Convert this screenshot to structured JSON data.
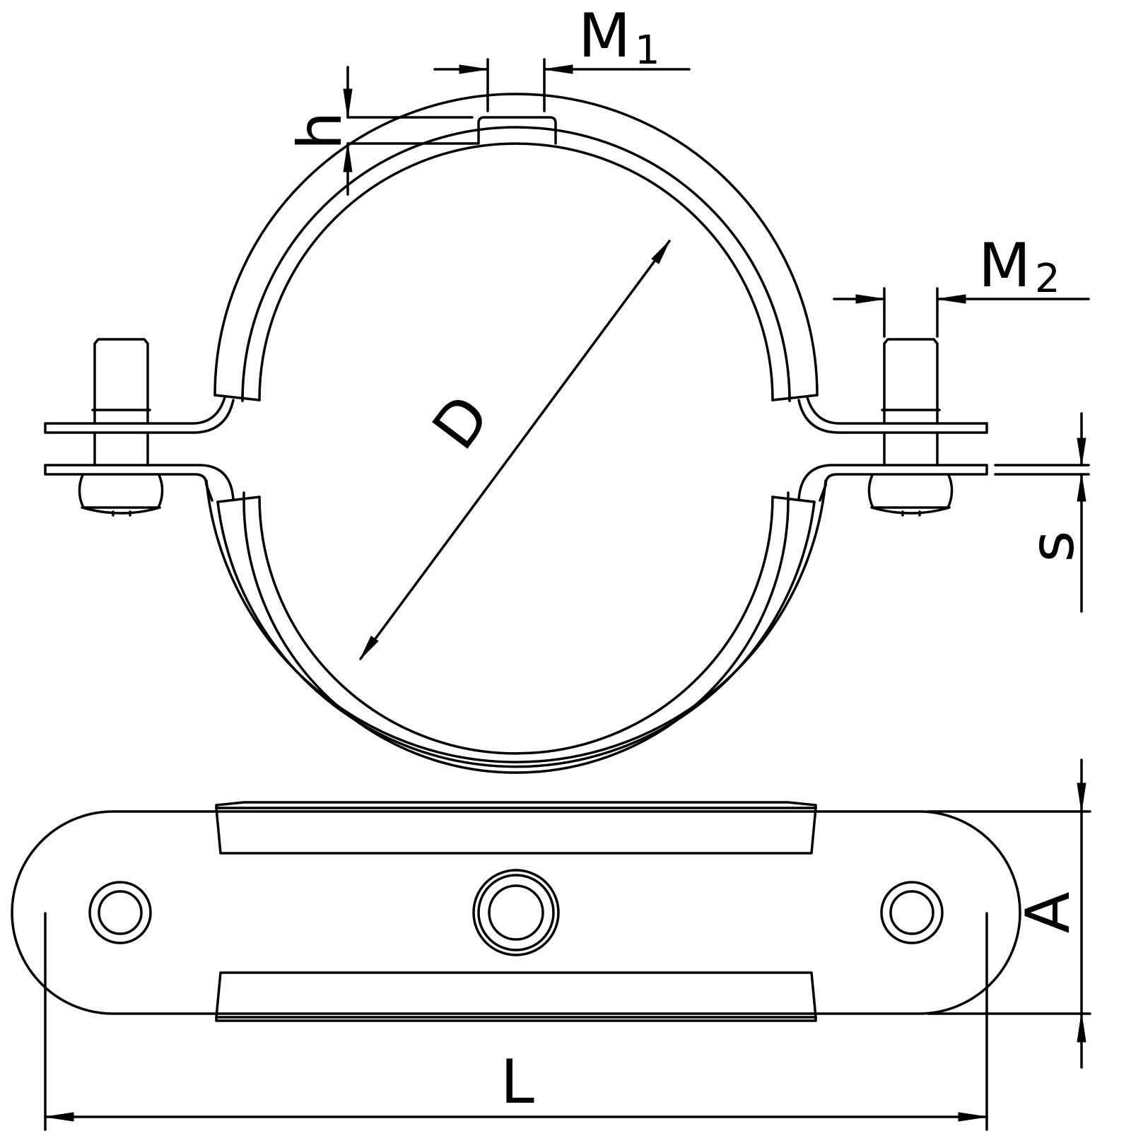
{
  "drawing": {
    "labels": {
      "M1": {
        "main": "M",
        "sub": "1"
      },
      "M2": {
        "main": "M",
        "sub": "2"
      },
      "h": "h",
      "D": "D",
      "s": "s",
      "A": "A",
      "L": "L"
    }
  }
}
